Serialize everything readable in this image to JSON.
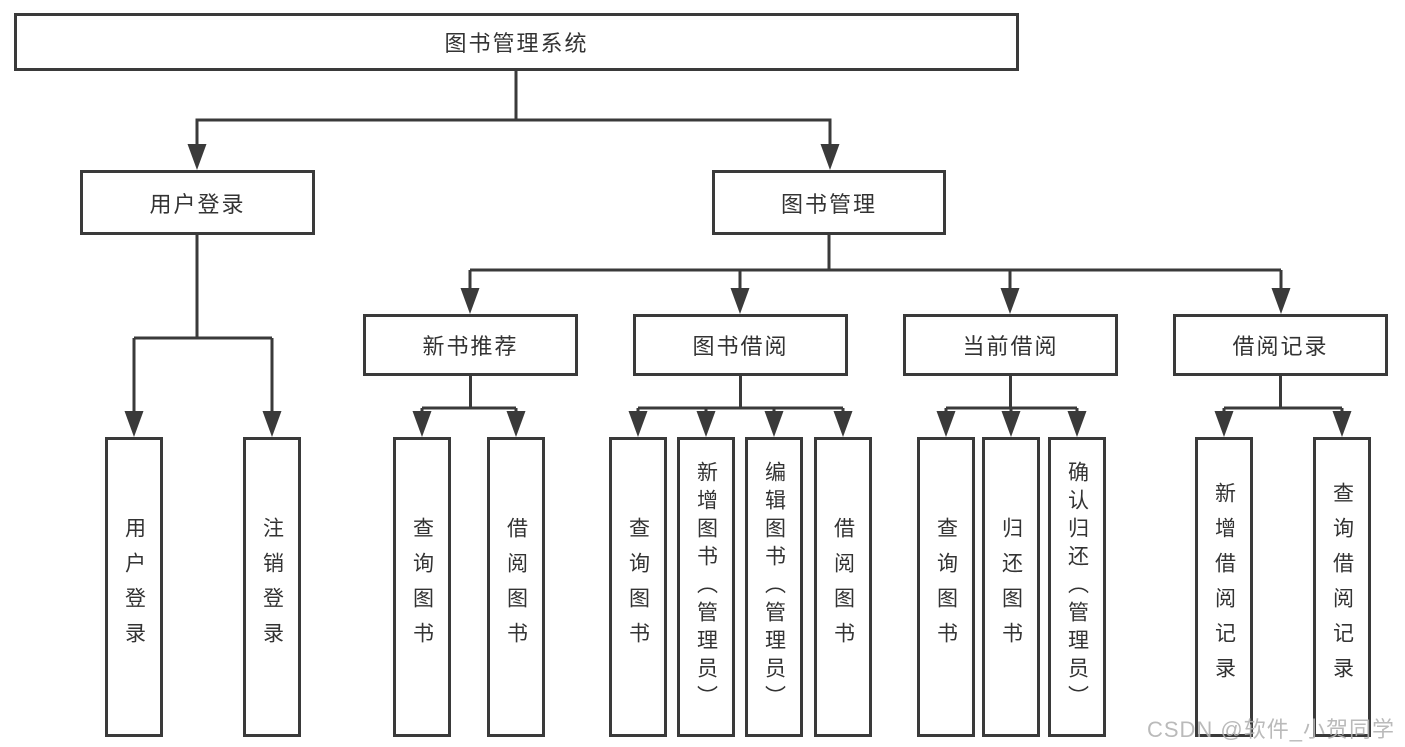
{
  "tree": {
    "root": {
      "label": "图书管理系统"
    },
    "branches": [
      {
        "label": "用户登录",
        "children": [
          {
            "label": "用户登录"
          },
          {
            "label": "注销登录"
          }
        ]
      },
      {
        "label": "图书管理",
        "children": [
          {
            "label": "新书推荐",
            "children": [
              {
                "label": "查询图书"
              },
              {
                "label": "借阅图书"
              }
            ]
          },
          {
            "label": "图书借阅",
            "children": [
              {
                "label": "查询图书"
              },
              {
                "label": "新增图书（管理员）"
              },
              {
                "label": "编辑图书（管理员）"
              },
              {
                "label": "借阅图书"
              }
            ]
          },
          {
            "label": "当前借阅",
            "children": [
              {
                "label": "查询图书"
              },
              {
                "label": "归还图书"
              },
              {
                "label": "确认归还（管理员）"
              }
            ]
          },
          {
            "label": "借阅记录",
            "children": [
              {
                "label": "新增借阅记录"
              },
              {
                "label": "查询借阅记录"
              }
            ]
          }
        ]
      }
    ]
  },
  "watermark": "CSDN @软件_小贺同学",
  "colors": {
    "line": "#3a3a3a",
    "box_border": "#3a3a3a",
    "box_background": "#ffffff",
    "text": "#333333",
    "watermark": "#b2b2b2"
  }
}
